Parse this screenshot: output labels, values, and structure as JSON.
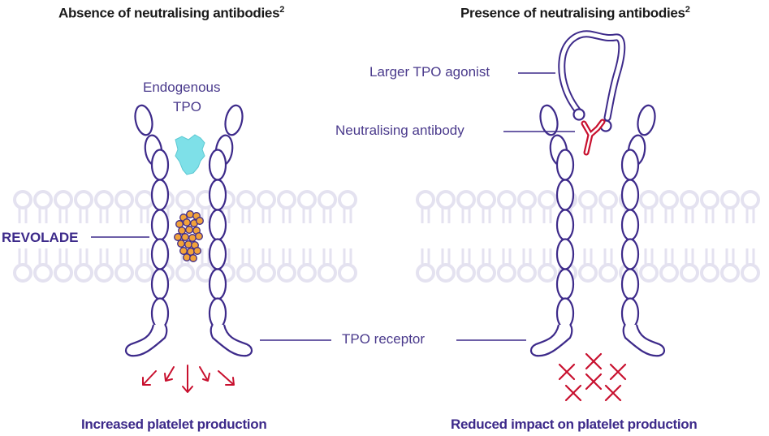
{
  "left_panel": {
    "title": "Absence of neutralising antibodies",
    "title_sup": "2",
    "endogenous_label_line1": "Endogenous",
    "endogenous_label_line2": "TPO",
    "revolade_label": "REVOLADE",
    "footer": "Increased platelet production"
  },
  "right_panel": {
    "title": "Presence of neutralising antibodies",
    "title_sup": "2",
    "larger_agonist_label": "Larger TPO agonist",
    "antibody_label": "Neutralising antibody",
    "footer": "Reduced impact on platelet production"
  },
  "shared": {
    "receptor_label": "TPO receptor"
  },
  "colors": {
    "receptor_outline": "#3d2a8a",
    "membrane": "#e4e2f0",
    "antibody": "#c8102e",
    "arrow": "#c8102e",
    "tpo_fill": "#7ee0e8",
    "revolade_fill": "#f2a33a"
  }
}
